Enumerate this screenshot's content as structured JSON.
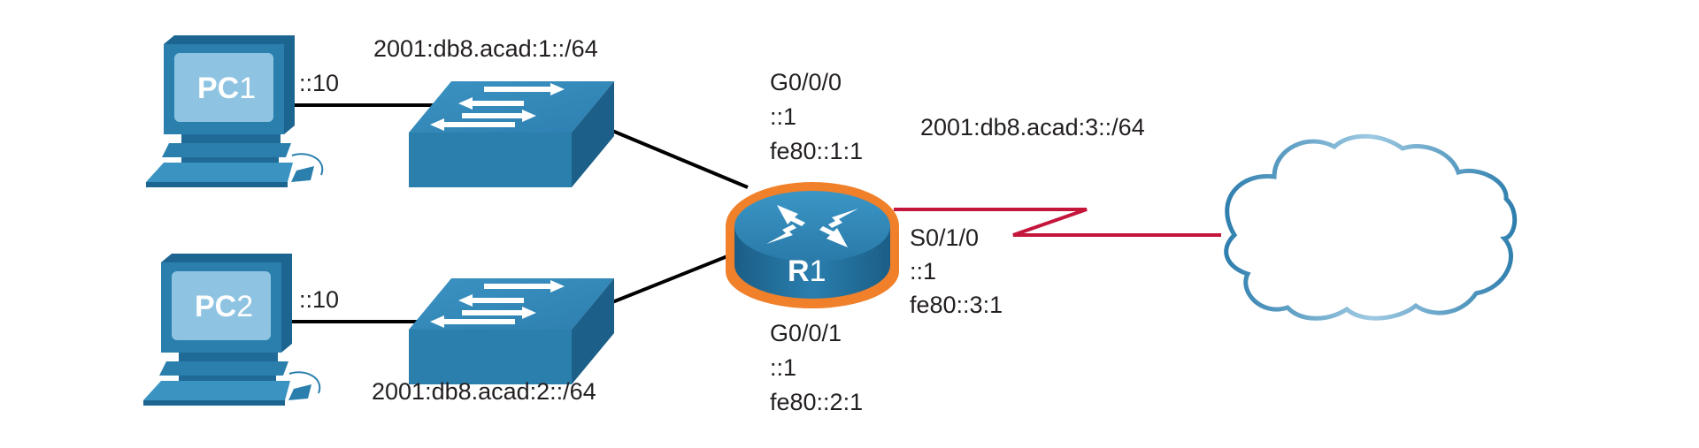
{
  "colors": {
    "device_blue": "#2b7fad",
    "device_dark": "#1c5f88",
    "router_ring": "#f0802a",
    "serial_link": "#c4153b",
    "cable": "#000000",
    "cloud_stroke": "#3d87b3"
  },
  "devices": {
    "pc1": {
      "name_bold": "PC",
      "name_num": "1",
      "ip": "::10"
    },
    "pc2": {
      "name_bold": "PC",
      "name_num": "2",
      "ip": "::10"
    },
    "r1": {
      "name_bold": "R",
      "name_num": "1"
    }
  },
  "networks": {
    "lan1": "2001:db8.acad:1::/64",
    "lan2": "2001:db8.acad:2::/64",
    "wan": "2001:db8.acad:3::/64"
  },
  "interfaces": {
    "g000": {
      "name": "G0/0/0",
      "ipv6": "::1",
      "link_local": "fe80::1:1"
    },
    "g001": {
      "name": "G0/0/1",
      "ipv6": "::1",
      "link_local": "fe80::2:1"
    },
    "s010": {
      "name": "S0/1/0",
      "ipv6": "::1",
      "link_local": "fe80::3:1"
    }
  },
  "icons": [
    "pc-icon",
    "switch-icon",
    "router-icon",
    "cloud-icon"
  ]
}
